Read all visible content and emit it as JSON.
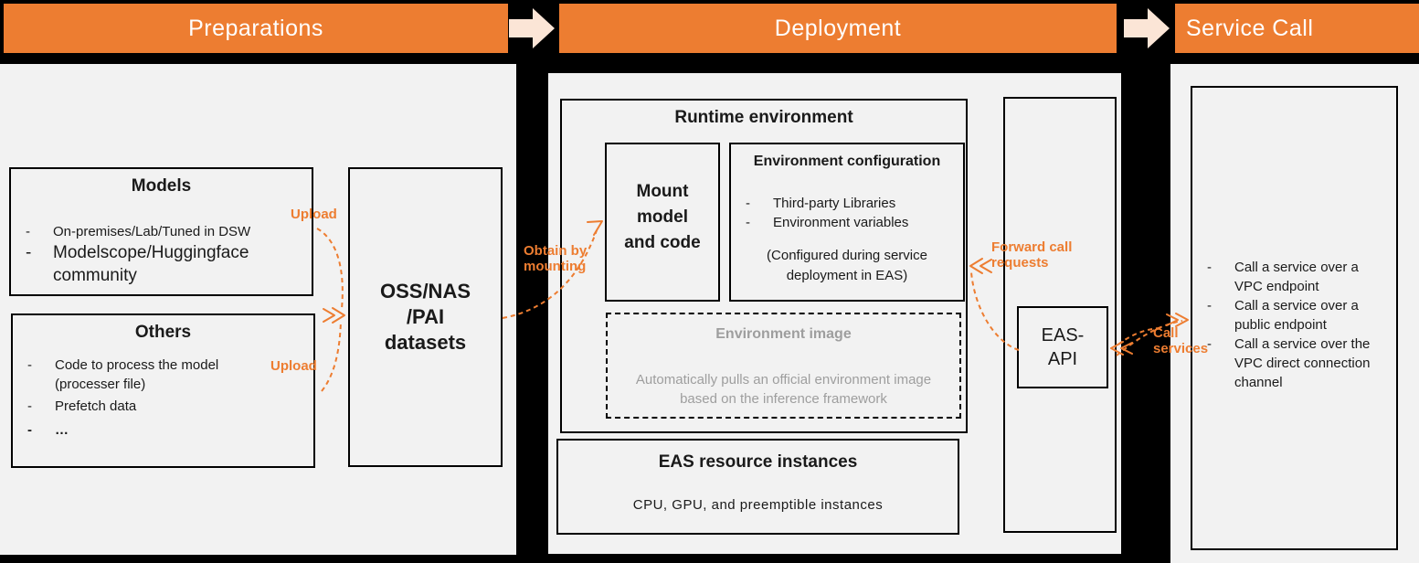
{
  "colors": {
    "stage_bar": "#ED7D31",
    "flow_arrow": "#FBE5D6",
    "panel_background": "#F2F2F2",
    "muted_text": "#9E9E9E",
    "connector": "#ED7D31"
  },
  "misc": {
    "dash": "-"
  },
  "stages": {
    "preparations": "Preparations",
    "deployment": "Deployment",
    "service_call": "Service Call"
  },
  "preparations": {
    "models": {
      "title": "Models",
      "item1": "On-premises/Lab/Tuned in DSW",
      "item2": "Modelscope/Huggingface community"
    },
    "others": {
      "title": "Others",
      "item1": "Code to process the model (processer file)",
      "item2": "Prefetch data",
      "item3": "…"
    },
    "datasets": {
      "line1": "OSS/NAS",
      "line2": "/PAI",
      "line3": "datasets"
    },
    "upload_label": "Upload"
  },
  "deployment": {
    "runtime": {
      "title": "Runtime environment"
    },
    "mount": {
      "line1": "Mount",
      "line2": "model",
      "line3": "and code"
    },
    "env_config": {
      "title": "Environment configuration",
      "item1": "Third-party Libraries",
      "item2": "Environment variables",
      "note": "(Configured during service deployment in EAS)"
    },
    "env_image": {
      "title": "Environment image",
      "description": "Automatically pulls an official environment image based on the inference framework"
    },
    "resources": {
      "title": "EAS resource instances",
      "body": "CPU, GPU, and preemptible instances"
    },
    "api": {
      "line1": "EAS-",
      "line2": "API"
    },
    "obtain_label": "Obtain by mounting",
    "forward_label": "Forward call requests"
  },
  "service_call": {
    "call_label": "Call services",
    "item1": "Call a service over a VPC endpoint",
    "item2": "Call a service over a public endpoint",
    "item3": "Call a service over the VPC direct connection channel"
  }
}
